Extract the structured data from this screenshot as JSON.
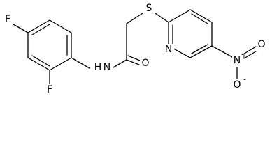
{
  "molecule": {
    "atoms": {
      "fluorine_para": "F",
      "fluorine_ortho": "F",
      "amide_nitrogen": "N",
      "amide_hydrogen": "H",
      "carbonyl_oxygen": "O",
      "thioether_sulfur": "S",
      "pyridine_nitrogen": "N",
      "nitro_nitrogen": "N",
      "nitro_charge_plus": "+",
      "nitro_oxygen_double": "O",
      "nitro_oxygen_single": "O",
      "nitro_charge_minus": "-"
    }
  },
  "colors": {
    "bond": "#000000",
    "label": "#000000",
    "background": "#ffffff"
  }
}
